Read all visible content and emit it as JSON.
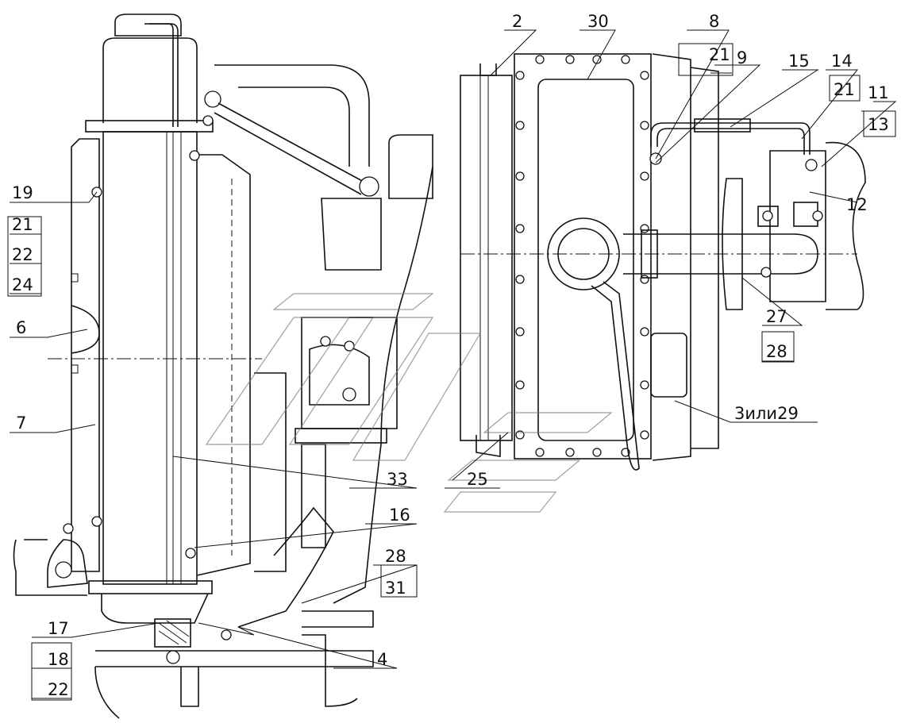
{
  "callouts": {
    "c2": "2",
    "c30": "30",
    "c8": "8",
    "c21a": "21",
    "c9": "9",
    "c15": "15",
    "c14": "14",
    "c21b": "21",
    "c11": "11",
    "c13": "13",
    "c12": "12",
    "c19": "19",
    "c21c": "21",
    "c22a": "22",
    "c24": "24",
    "c6": "6",
    "c7": "7",
    "c27": "27",
    "c28a": "28",
    "c3or29": "3или29",
    "c33": "33",
    "c25": "25",
    "c16": "16",
    "c28b": "28",
    "c31": "31",
    "c17": "17",
    "c18": "18",
    "c22b": "22",
    "c4": "4"
  }
}
